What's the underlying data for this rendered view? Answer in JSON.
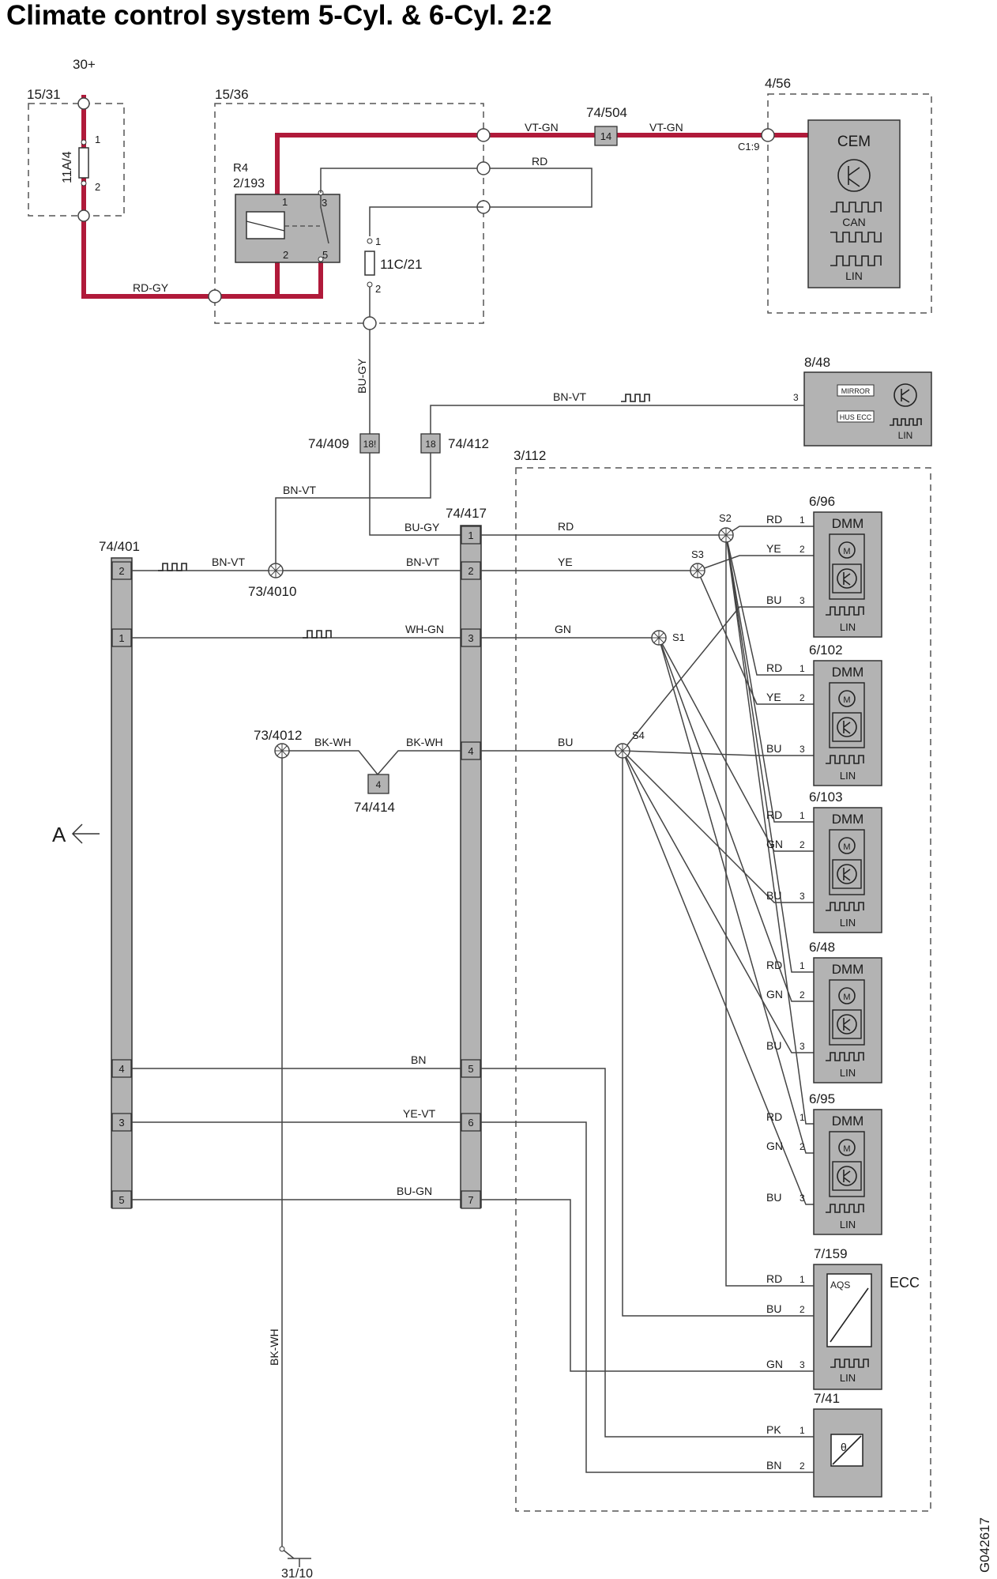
{
  "title": "Climate control system 5-Cyl. & 6-Cyl. 2:2",
  "power": {
    "supply": "30+",
    "ground": "31/10"
  },
  "fuse_box": {
    "id": "15/31",
    "fuse": "11A/4",
    "pin1": "1",
    "pin2": "2"
  },
  "relay_box": {
    "id": "15/36",
    "relay": "R4",
    "relay_id": "2/193",
    "fuse": "11C/21",
    "pins": [
      "1",
      "2",
      "3",
      "5"
    ],
    "fuse_pins": [
      "1",
      "2"
    ]
  },
  "cem": {
    "box_id": "4/56",
    "label": "CEM",
    "can": "CAN",
    "lin": "LIN",
    "connector": "C1:9"
  },
  "module_848": {
    "id": "8/48",
    "mirror": "MIRROR",
    "hus": "HUS ECC",
    "lin": "LIN",
    "pin": "3"
  },
  "connectors": {
    "c504": {
      "id": "74/504",
      "pin": "14"
    },
    "c409": {
      "id": "74/409",
      "pin": "18!"
    },
    "c412": {
      "id": "74/412",
      "pin": "18"
    },
    "c414": {
      "id": "74/414",
      "pin": "4"
    },
    "c401": {
      "id": "74/401",
      "pins": [
        "2",
        "1",
        "4",
        "3",
        "5"
      ]
    },
    "c417": {
      "id": "74/417",
      "pins": [
        "1",
        "2",
        "3",
        "4",
        "5",
        "6",
        "7"
      ]
    }
  },
  "splices": {
    "s4010": "73/4010",
    "s4012": "73/4012",
    "S1": "S1",
    "S2": "S2",
    "S3": "S3",
    "S4": "S4"
  },
  "wires": {
    "rd_gy": "RD-GY",
    "vt_gn": "VT-GN",
    "rd": "RD",
    "bu_gy": "BU-GY",
    "bn_vt": "BN-VT",
    "wh_gn": "WH-GN",
    "bk_wh": "BK-WH",
    "ye": "YE",
    "gn": "GN",
    "bu": "BU",
    "bn": "BN",
    "ye_vt": "YE-VT",
    "bu_gn": "BU-GN",
    "pk": "PK"
  },
  "area": {
    "id": "3/112"
  },
  "dmm_modules": [
    {
      "id": "6/96",
      "label": "DMM",
      "lin": "LIN",
      "wires": [
        "RD",
        "YE",
        "BU"
      ],
      "pins": [
        "1",
        "2",
        "3"
      ]
    },
    {
      "id": "6/102",
      "label": "DMM",
      "lin": "LIN",
      "wires": [
        "RD",
        "YE",
        "BU"
      ],
      "pins": [
        "1",
        "2",
        "3"
      ]
    },
    {
      "id": "6/103",
      "label": "DMM",
      "lin": "LIN",
      "wires": [
        "RD",
        "GN",
        "BU"
      ],
      "pins": [
        "1",
        "2",
        "3"
      ]
    },
    {
      "id": "6/48",
      "label": "DMM",
      "lin": "LIN",
      "wires": [
        "RD",
        "GN",
        "BU"
      ],
      "pins": [
        "1",
        "2",
        "3"
      ]
    },
    {
      "id": "6/95",
      "label": "DMM",
      "lin": "LIN",
      "wires": [
        "RD",
        "GN",
        "BU"
      ],
      "pins": [
        "1",
        "2",
        "3"
      ]
    }
  ],
  "ecc": {
    "id": "7/159",
    "label": "ECC",
    "aqs": "AQS",
    "lin": "LIN",
    "wires": [
      "RD",
      "BU",
      "GN"
    ],
    "pins": [
      "1",
      "2",
      "3"
    ]
  },
  "sensor": {
    "id": "7/41",
    "wires": [
      "PK",
      "BN"
    ],
    "pins": [
      "1",
      "2"
    ]
  },
  "arrow_label": "A",
  "figure_code": "G042617",
  "colors": {
    "power_wire": "#b01a3a",
    "component_fill": "#b3b3b3"
  }
}
